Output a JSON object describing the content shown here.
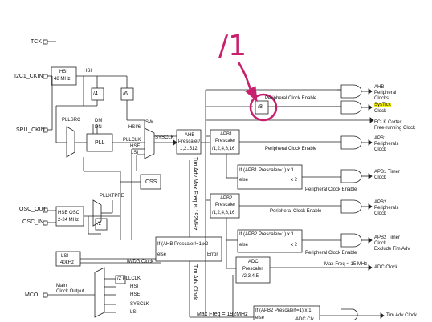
{
  "pins": {
    "tck": "TCK",
    "i2c1_ckin": "I2C1_CKIN",
    "spi1_ckin": "SPI1_CKIN",
    "osc_out": "OSC_OUT",
    "osc_in": "OSC_IN",
    "mco": "MCO"
  },
  "blocks": {
    "hsi_top": "HSI",
    "hsi_freq": "48 MHz",
    "hsi_label": "HSI",
    "div4": "/4",
    "div6": "/6",
    "dm": "DM",
    "dn": "DN",
    "pllsrc": "PLLSRC",
    "pll": "PLL",
    "pllclk": "PLLCLK",
    "hse_small": "HSE",
    "lsi_small": "LSI",
    "hsi6": "HSI/6",
    "sw": "SW",
    "sysclk": "SYSCLK",
    "css": "CSS",
    "pllxtpre": "PLLXTPRE",
    "div2": "/2",
    "hse_osc": "HSE OSC",
    "hse_freq": "2-24 MHz",
    "lsi": "LSI",
    "lsi_freq": "40kHz",
    "iwdg_clock": "IWDG Clock",
    "ahb_prescaler": "AHB",
    "ahb_prescaler2": "Prescaler/",
    "ahb_prescaler3": "1,2..512",
    "apb1_prescaler": "APB1",
    "apb1_prescaler2": "Prescaler",
    "apb1_prescaler3": "/1,2,4,8,16",
    "apb2_prescaler": "APB2",
    "apb2_prescaler2": "Prescaler",
    "apb2_prescaler3": "/1,2,4,8,16",
    "div8": "/8",
    "if_ahb1": "If (AHB   Prescaler!=1)x2",
    "if_ahb2": "else",
    "if_ahb3": "Error",
    "if_apb1_1": "If (APB1 Prescaler=1) x 1",
    "if_apb1_2": "else",
    "if_apb1_3": "x 2",
    "if_apb2_1": "If (APB2 Prescaler=1) x 1",
    "if_apb2_2": "else",
    "if_apb2_3": "x 2",
    "if_apb2b_1": "If (APB2 Prescaler!=1) x 1",
    "if_apb2b_2": "else",
    "adc": "ADC",
    "adc2": "Prescaler",
    "adc3": "/2,3,4,5",
    "main_clock_output": "Main\nClock Output",
    "mco_pllclk": "/2  PLLCLK",
    "mco_hsi": "HSI",
    "mco_hse": "HSE",
    "mco_sysclk": "SYSCLK",
    "mco_lsi": "LSI",
    "tim_adv_max_freq": "Tim Adv Max Freq is 192MHz",
    "tim_adv_clock_v": "Tim Adv Clock",
    "max_freq": "Max Freq = 192MHz",
    "adc_clk": "ADC Clk"
  },
  "enables": {
    "peripheral_clock_enable_top": "Peripheral Clock Enable",
    "peripheral_clock_enable_apb1": "Peripheral Clock Enable",
    "peripheral_clock_enable_apb1t": "Peripheral Clock Enable",
    "peripheral_clock_enable_apb2": "Peripheral  Clock Enable",
    "peripheral_clock_enable_apb2t": "Peripheral Clock Enable",
    "max_freq_adc": "Max-Freq = 15 MHz"
  },
  "outputs": {
    "ahb_periph": "AHB\nPeripheral\nClocks",
    "systick": "SysTick",
    "systick_clock": "Clock",
    "fclk": "FCLK Cortex\nFree-running Clock",
    "apb1_periph": "APB1\nPeripherals\nClock",
    "apb1_timer": "APB1 Timer\nClock",
    "apb2_periph": "APB2\nPeripherals\nClock",
    "apb2_timer": "APB2 Timer\nClock\nExclude Tim Adv",
    "adc_clock": "ADC Clock",
    "tim_adv_clock": "Tim Adv Clock"
  },
  "annotation": {
    "label": "/1",
    "color": "#c8206e"
  },
  "colors": {
    "line": "#222222",
    "highlight": "#f7f20a",
    "annotation": "#c8206e"
  }
}
